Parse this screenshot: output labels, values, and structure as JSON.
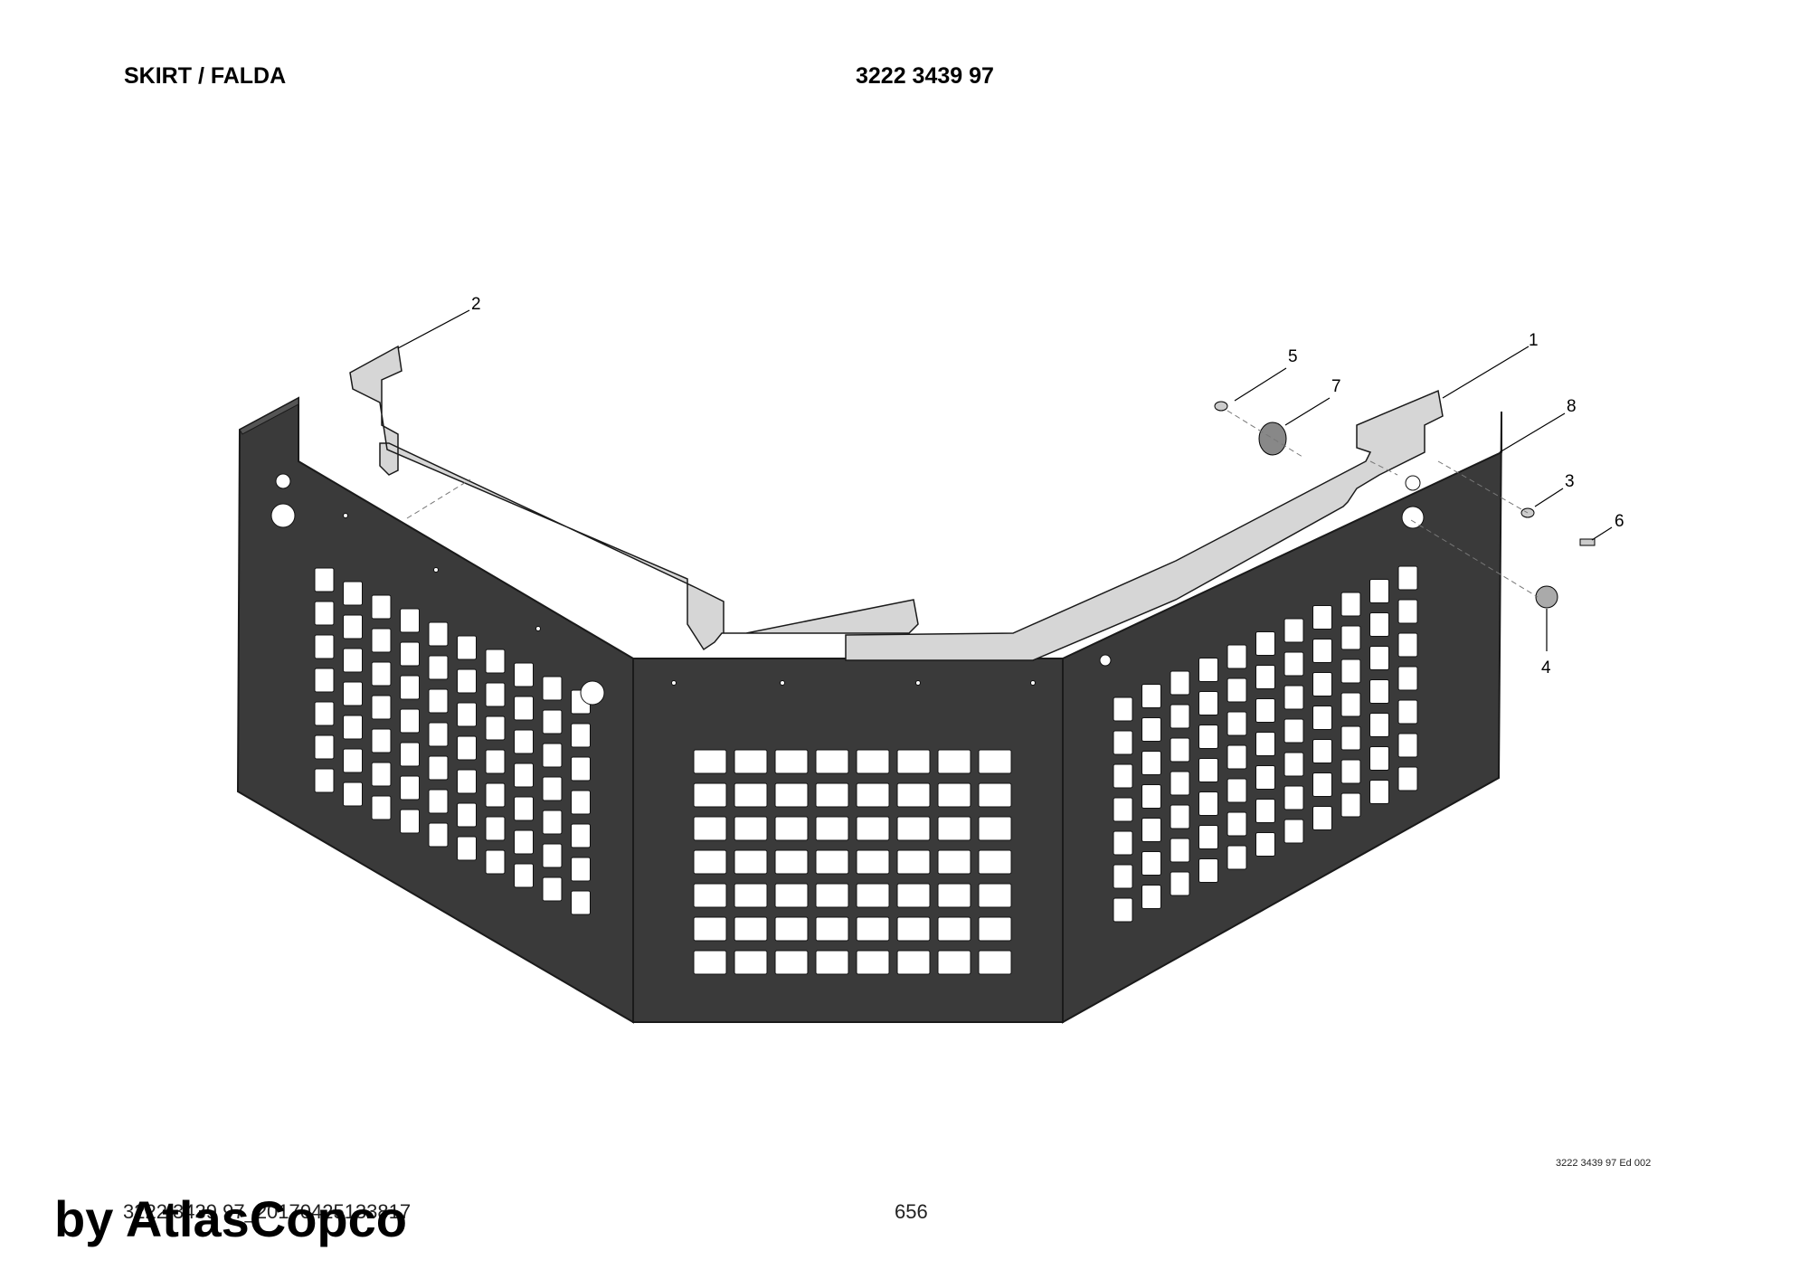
{
  "header": {
    "title": "SKIRT / FALDA",
    "part_number": "3222 3439 97"
  },
  "callouts": [
    {
      "id": "c1",
      "label": "1"
    },
    {
      "id": "c2",
      "label": "2"
    },
    {
      "id": "c3",
      "label": "3"
    },
    {
      "id": "c4",
      "label": "4"
    },
    {
      "id": "c5",
      "label": "5"
    },
    {
      "id": "c6",
      "label": "6"
    },
    {
      "id": "c7",
      "label": "7"
    },
    {
      "id": "c8",
      "label": "8"
    }
  ],
  "footer": {
    "drawing_code": "3222 3439 97_20170425133817",
    "page_number": "656",
    "edition_ref": "3222 3439 97 Ed 002"
  },
  "watermark": "by AtlasCopco",
  "colors": {
    "panel": "#3a3a3a",
    "bracket": "#d4d4d4",
    "outline": "#1a1a1a"
  }
}
